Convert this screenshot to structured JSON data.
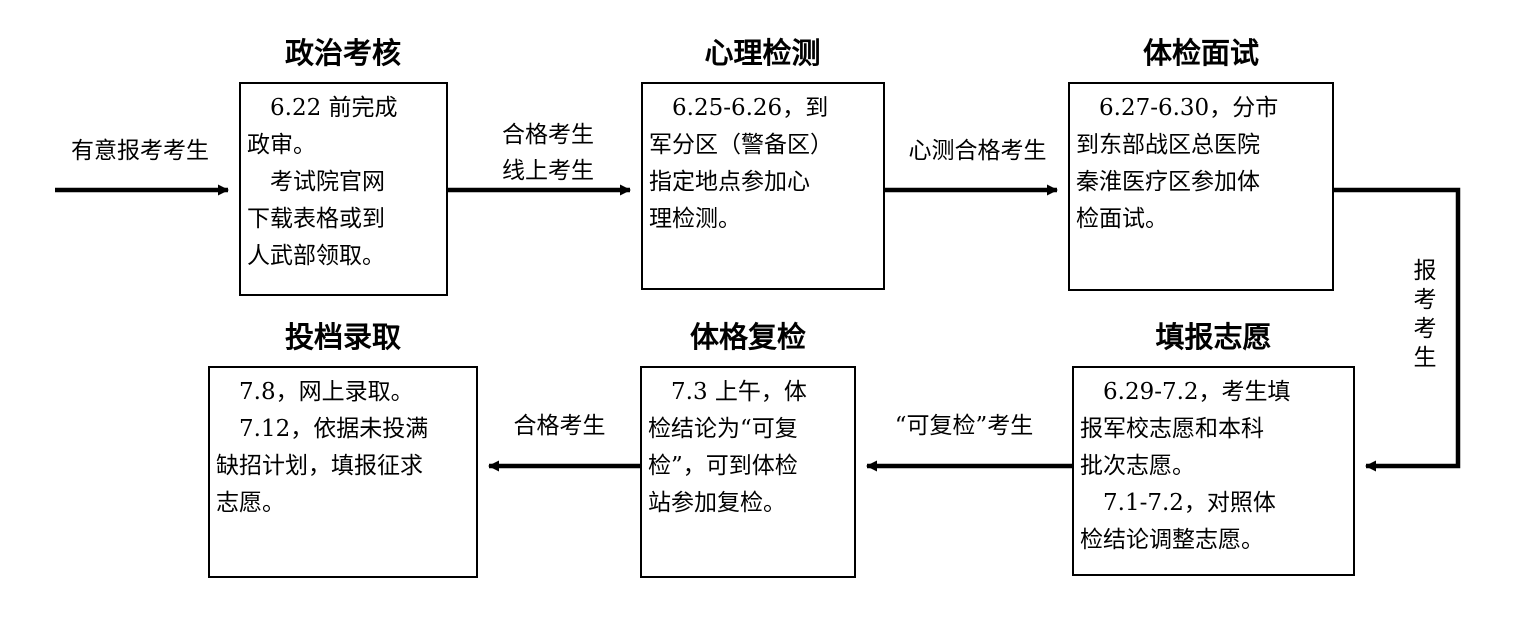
{
  "diagram": {
    "title_font_color": "#000000",
    "line_color": "#000000",
    "background": "#ffffff"
  },
  "nodes": [
    {
      "id": "political-review",
      "title": "政治考核",
      "body": "　6.22 前完成\n政审。\n　考试院官网\n下载表格或到\n人武部领取。"
    },
    {
      "id": "psychological-test",
      "title": "心理检测",
      "body": "　6.25-6.26，到\n军分区（警备区）\n指定地点参加心\n理检测。"
    },
    {
      "id": "physical-exam-interview",
      "title": "体检面试",
      "body": "　6.27-6.30，分市\n到东部战区总医院\n秦淮医疗区参加体\n检面试。"
    },
    {
      "id": "admission-enrollment",
      "title": "投档录取",
      "body": "　7.8，网上录取。\n　7.12，依据未投满\n缺招计划，填报征求\n志愿。"
    },
    {
      "id": "physical-recheck",
      "title": "体格复检",
      "body": "　7.3 上午，体\n检结论为“可复\n检”，可到体检\n站参加复检。"
    },
    {
      "id": "fill-application",
      "title": "填报志愿",
      "body": "　6.29-7.2，考生填\n报军校志愿和本科\n批次志愿。\n　7.1-7.2，对照体\n检结论调整志愿。"
    }
  ],
  "edge_labels": [
    {
      "id": "intent-candidates",
      "text": "有意报考考生"
    },
    {
      "id": "qualified-online",
      "text": "合格考生\n线上考生"
    },
    {
      "id": "psych-qualified",
      "text": "心测合格考生"
    },
    {
      "id": "applicant-candidates",
      "text": "报考考生"
    },
    {
      "id": "recheckable-candidates",
      "text": "“可复检”考生"
    },
    {
      "id": "qualified-candidates",
      "text": "合格考生"
    }
  ]
}
